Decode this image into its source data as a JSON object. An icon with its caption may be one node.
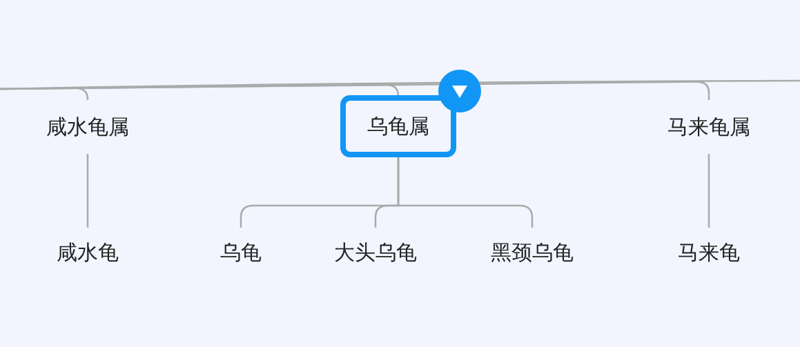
{
  "diagram": {
    "nodes": [
      {
        "text": [
          "咸水龟属"
        ]
      },
      {
        "text": [
          "乌龟属"
        ]
      },
      {
        "text": [
          "马来龟属"
        ]
      },
      {
        "text": [
          "咸水龟"
        ]
      },
      {
        "text": [
          "乌龟"
        ]
      },
      {
        "text": [
          "大头乌龟"
        ]
      },
      {
        "text": [
          "黑颈乌龟"
        ]
      },
      {
        "text": [
          "马来龟"
        ]
      }
    ],
    "edges": [
      {
        "from": null,
        "to": 0,
        "arrow": "none"
      },
      {
        "from": null,
        "to": 1,
        "arrow": "none"
      },
      {
        "from": null,
        "to": 2,
        "arrow": "none"
      },
      {
        "from": 0,
        "to": 3,
        "arrow": "none"
      },
      {
        "from": 1,
        "to": 4,
        "arrow": "none"
      },
      {
        "from": 1,
        "to": 5,
        "arrow": "none"
      },
      {
        "from": 1,
        "to": 6,
        "arrow": "none"
      },
      {
        "from": 2,
        "to": 7,
        "arrow": "none"
      }
    ]
  }
}
